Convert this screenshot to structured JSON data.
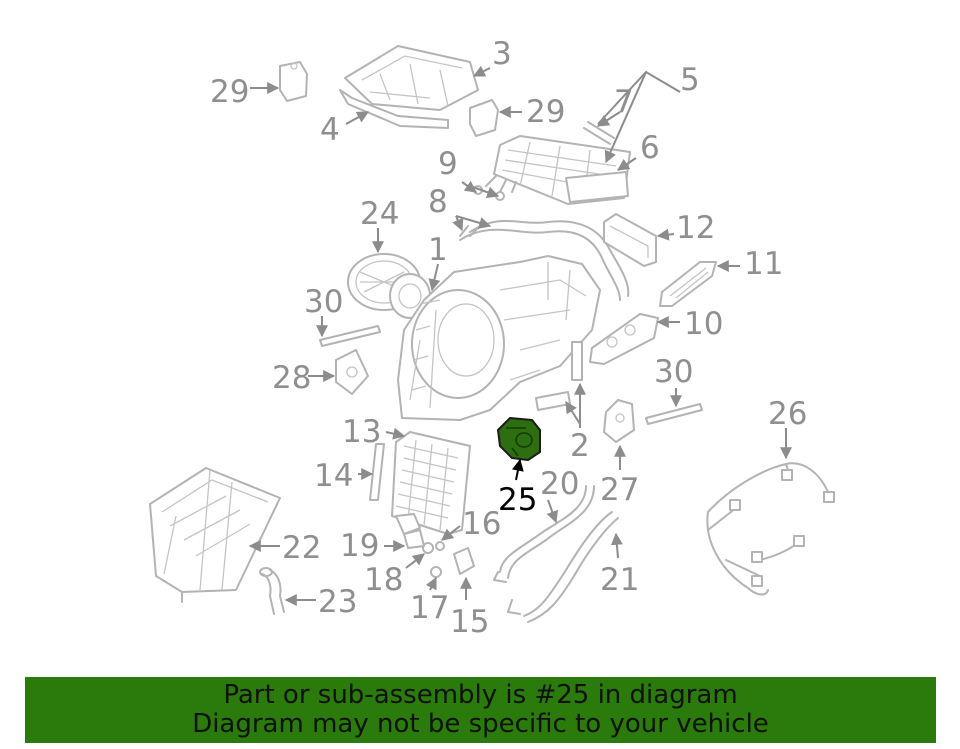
{
  "diagram": {
    "callouts": [
      "1",
      "2",
      "3",
      "4",
      "5",
      "6",
      "7",
      "8",
      "9",
      "10",
      "11",
      "12",
      "13",
      "14",
      "15",
      "16",
      "17",
      "18",
      "19",
      "20",
      "21",
      "22",
      "23",
      "24",
      "25",
      "26",
      "27",
      "28",
      "29",
      "29",
      "30",
      "30"
    ],
    "highlighted_part": "25",
    "colors": {
      "highlight": "#2d6e10",
      "part_stroke": "#b3b3b3",
      "callout_text": "#8f8f8f",
      "banner": "#2a7a0c"
    }
  },
  "banner": {
    "line1": "Part or sub-assembly is #25 in diagram",
    "line2": "Diagram may not be specific to your vehicle"
  }
}
